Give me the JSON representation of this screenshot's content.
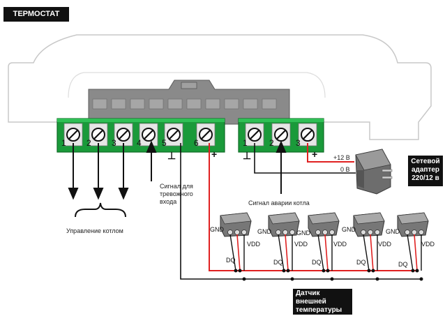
{
  "title": "ТЕРМОСТАТ",
  "block_left": {
    "terminals": [
      "1",
      "2",
      "3",
      "4",
      "5",
      "6"
    ],
    "ground_sign": "⊥",
    "plus_sign": "+"
  },
  "block_right": {
    "terminals": [
      "1",
      "2",
      "3"
    ],
    "ground_sign": "⊥",
    "plus_sign": "+"
  },
  "labels": {
    "boiler_control": "Управление котлом",
    "alarm_input": [
      "Сигнал для",
      "тревожного",
      "входа"
    ],
    "boiler_alarm": "Сигнал аварии котла",
    "plus12": "+12 В",
    "zero": "0 В"
  },
  "adapter": [
    "Сетевой",
    "адаптер",
    "220/12 в"
  ],
  "sensor": [
    "Датчик",
    "внешней",
    "температуры"
  ],
  "sensor_pins": {
    "gnd": "GND",
    "vdd": "VDD",
    "dq": "DQ"
  },
  "colors": {
    "terminal_green": "#1a9a3a",
    "signal_red": "#e02020",
    "wire_black": "#111111",
    "housing_gray": "#8a8a8a"
  }
}
